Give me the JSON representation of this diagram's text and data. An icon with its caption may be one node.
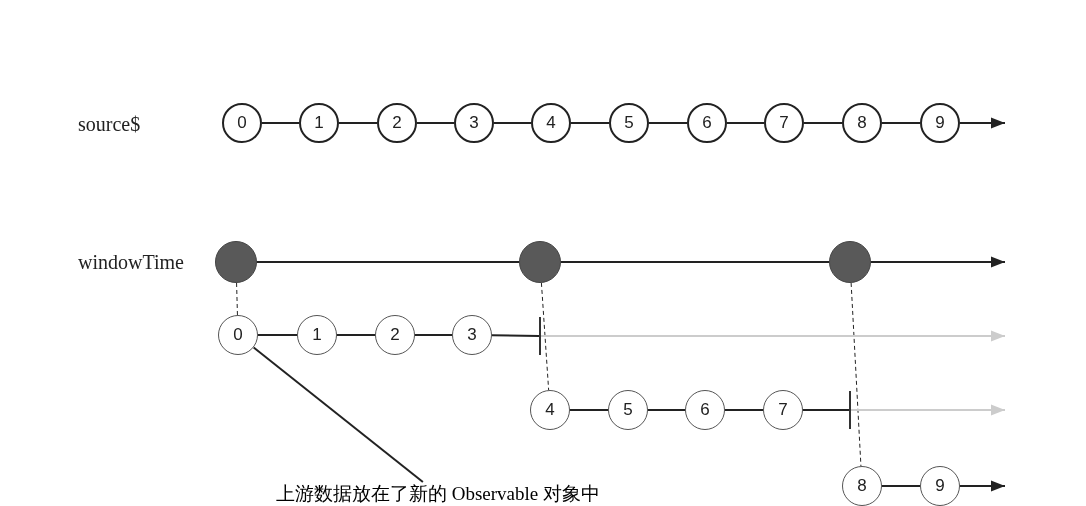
{
  "diagram": {
    "nodes": [
      {
        "text": [
          "0"
        ]
      },
      {
        "text": [
          "1"
        ]
      },
      {
        "text": [
          "2"
        ]
      },
      {
        "text": [
          "3"
        ]
      },
      {
        "text": [
          "4"
        ]
      },
      {
        "text": [
          "5"
        ]
      },
      {
        "text": [
          "6"
        ]
      },
      {
        "text": [
          "7"
        ]
      },
      {
        "text": [
          "8"
        ]
      },
      {
        "text": [
          "9"
        ]
      },
      {
        "text": [],
        "shape": "circle"
      },
      {
        "text": [],
        "shape": "circle"
      },
      {
        "text": [],
        "shape": "circle"
      },
      {
        "text": [
          "0"
        ]
      },
      {
        "text": [
          "1"
        ]
      },
      {
        "text": [
          "2"
        ]
      },
      {
        "text": [
          "3"
        ]
      },
      {
        "text": [],
        "shape": "bar"
      },
      {
        "text": [
          "4"
        ]
      },
      {
        "text": [
          "5"
        ]
      },
      {
        "text": [
          "6"
        ]
      },
      {
        "text": [
          "7"
        ]
      },
      {
        "text": [],
        "shape": "bar"
      },
      {
        "text": [
          "8"
        ]
      },
      {
        "text": [
          "9"
        ]
      },
      {
        "text": [
          "上游数据放在了新的 Observable 对象中"
        ]
      }
    ],
    "edges": [
      {
        "from": 0,
        "to": 1,
        "arrow": "none"
      },
      {
        "from": 1,
        "to": 2,
        "arrow": "none"
      },
      {
        "from": 2,
        "to": 3,
        "arrow": "none"
      },
      {
        "from": 3,
        "to": 4,
        "arrow": "none"
      },
      {
        "from": 4,
        "to": 5,
        "arrow": "none"
      },
      {
        "from": 5,
        "to": 6,
        "arrow": "none"
      },
      {
        "from": 6,
        "to": 7,
        "arrow": "none"
      },
      {
        "from": 7,
        "to": 8,
        "arrow": "none"
      },
      {
        "from": 8,
        "to": 9,
        "arrow": "none"
      },
      {
        "from": 9,
        "to": null,
        "arrow": "to"
      },
      {
        "from": 10,
        "to": 11,
        "arrow": "none"
      },
      {
        "from": 11,
        "to": 12,
        "arrow": "none"
      },
      {
        "from": 12,
        "to": null,
        "arrow": "to"
      },
      {
        "from": 10,
        "to": 13,
        "arrow": "none",
        "style": "dashed"
      },
      {
        "from": 11,
        "to": 18,
        "arrow": "none",
        "style": "dashed"
      },
      {
        "from": 12,
        "to": 23,
        "arrow": "none",
        "style": "dashed"
      },
      {
        "from": 13,
        "to": 14,
        "arrow": "none"
      },
      {
        "from": 14,
        "to": 15,
        "arrow": "none"
      },
      {
        "from": 15,
        "to": 16,
        "arrow": "none"
      },
      {
        "from": 16,
        "to": 17,
        "arrow": "none"
      },
      {
        "from": 17,
        "to": null,
        "arrow": "to",
        "color": "#cccccc"
      },
      {
        "from": 18,
        "to": 19,
        "arrow": "none"
      },
      {
        "from": 19,
        "to": 20,
        "arrow": "none"
      },
      {
        "from": 20,
        "to": 21,
        "arrow": "none"
      },
      {
        "from": 21,
        "to": 22,
        "arrow": "none"
      },
      {
        "from": 22,
        "to": null,
        "arrow": "to",
        "color": "#cccccc"
      },
      {
        "from": 23,
        "to": 24,
        "arrow": "none"
      },
      {
        "from": 24,
        "to": null,
        "arrow": "to"
      },
      {
        "from": 25,
        "to": 13,
        "arrow": "none"
      }
    ],
    "labels": [
      "source$",
      "windowTime"
    ]
  }
}
